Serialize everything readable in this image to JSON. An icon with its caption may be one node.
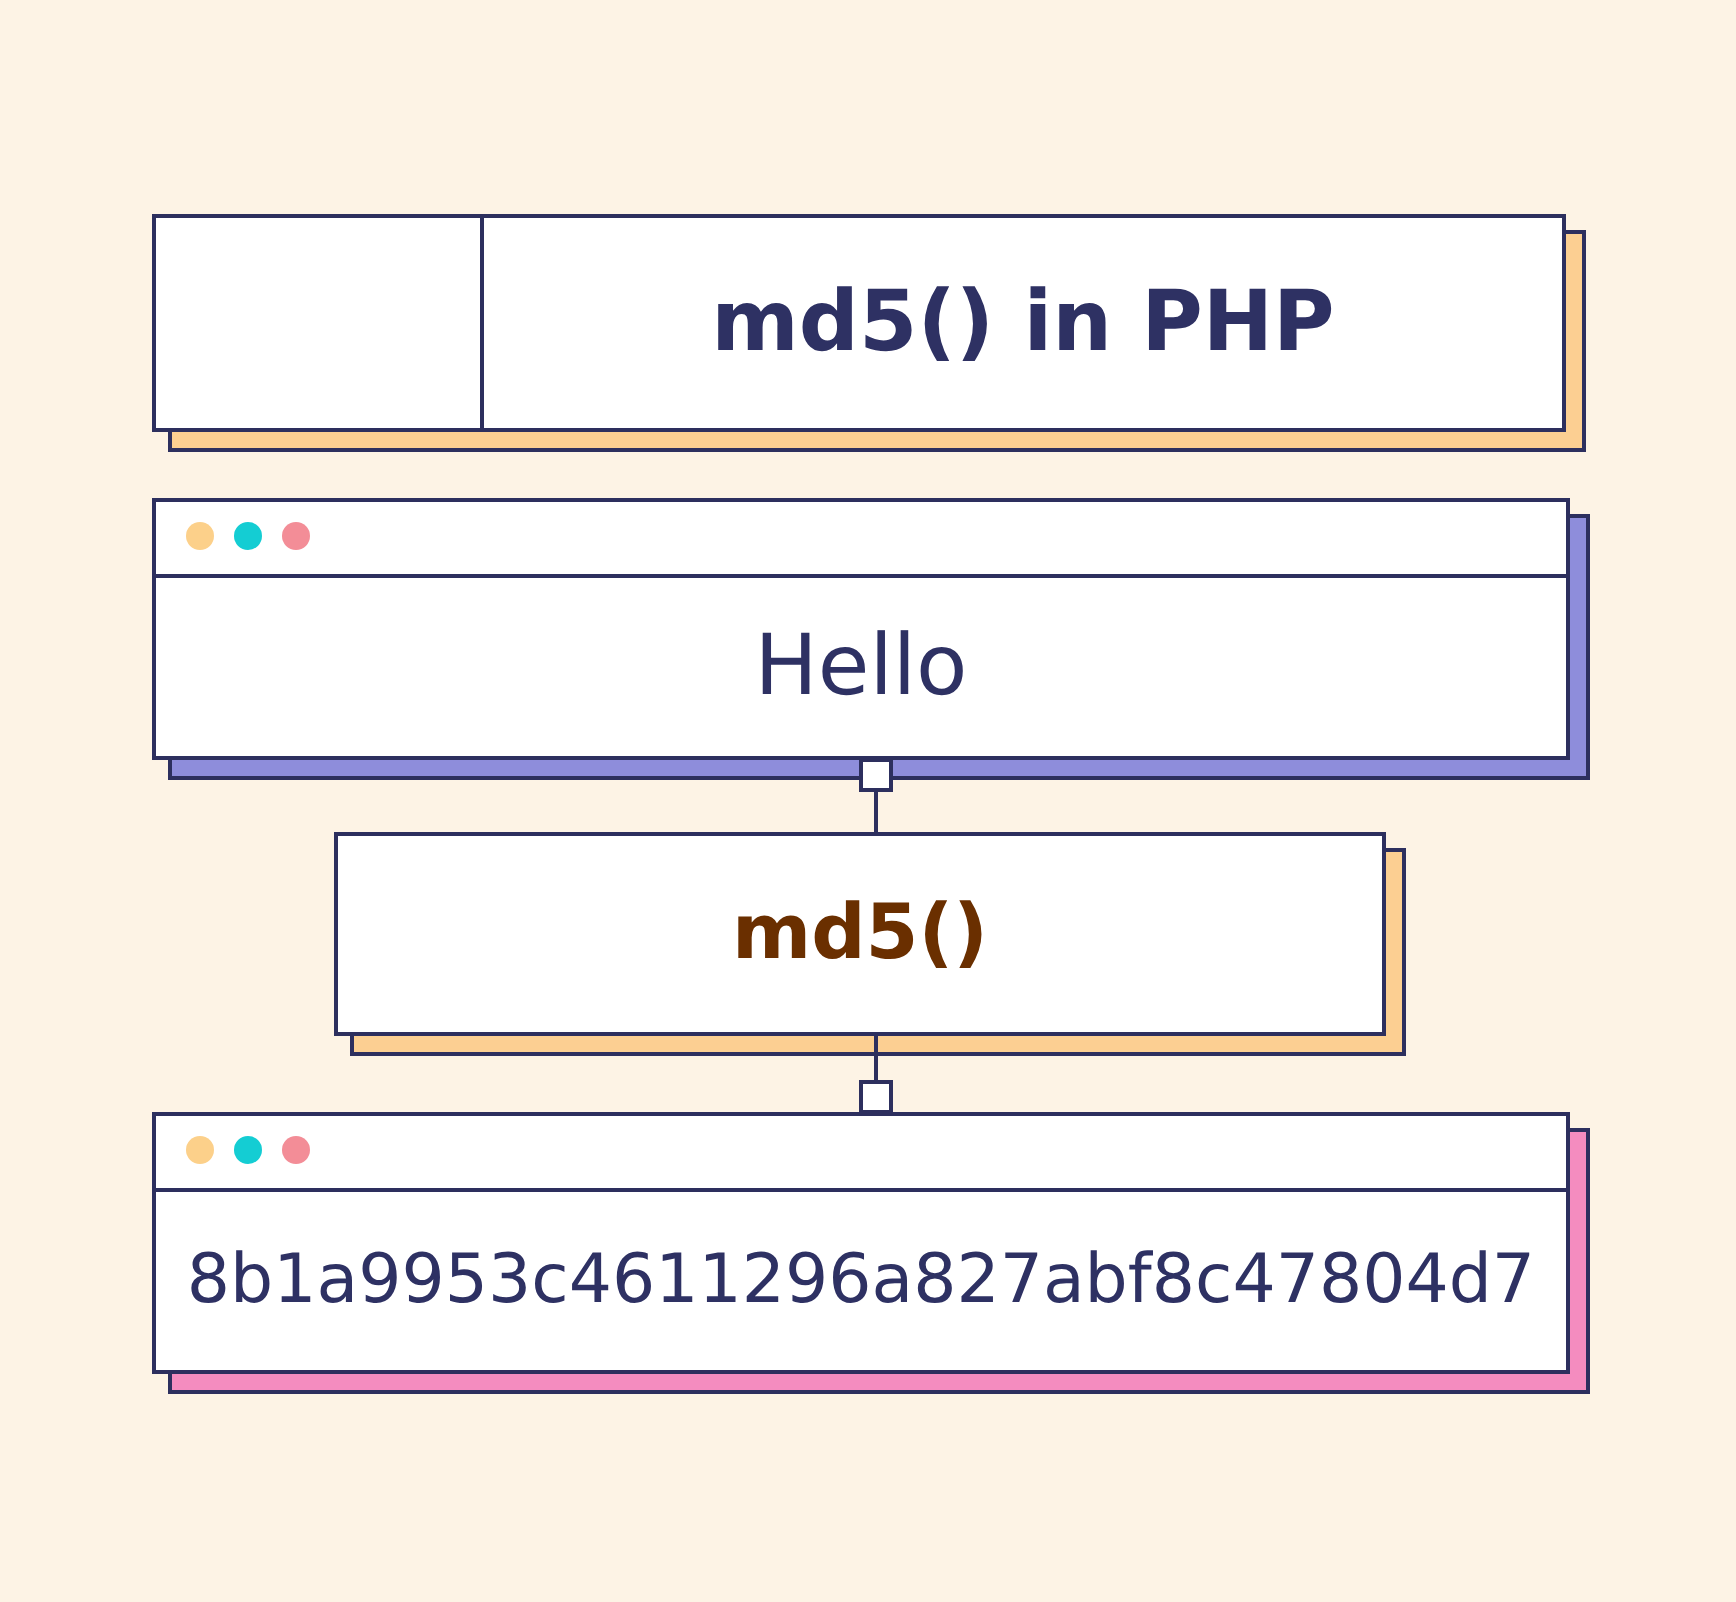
{
  "diagram": {
    "nodes": [
      {
        "text": [
          "md5() in PHP"
        ]
      },
      {
        "text": [
          "Hello"
        ]
      },
      {
        "text": [
          "md5()"
        ]
      },
      {
        "text": [
          "8b1a9953c4611296a827abf8c47804d7"
        ]
      }
    ],
    "edges": [
      {
        "from": 1,
        "to": 2,
        "arrow": "other"
      },
      {
        "from": 3,
        "to": 2,
        "arrow": "other"
      }
    ]
  }
}
